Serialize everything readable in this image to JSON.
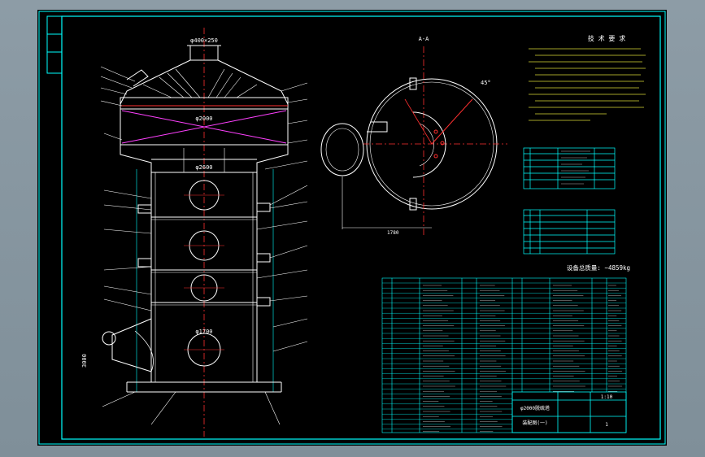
{
  "drawing": {
    "section_label": "A-A",
    "tech_req_title": "技 术 要 求",
    "weight_label": "设备总质量: ~4859kg",
    "title_block_name": "φ2000脱硫塔",
    "title_block_sub": "装配图(一)",
    "scale": "1:10",
    "sheet_no": "1",
    "top_dim": "φ400×250",
    "width_dim_a": "φ2000",
    "width_dim_b": "φ2600",
    "ring_dim": "φ1700",
    "angle_dim": "45°",
    "ext_dim": "1780",
    "left_dim": "3000"
  },
  "colors": {
    "frame": "#00ffff",
    "white": "#ffffff",
    "red": "#ff3030",
    "magenta": "#ff40ff",
    "green": "#40ff40",
    "yellow": "#ffff40"
  }
}
